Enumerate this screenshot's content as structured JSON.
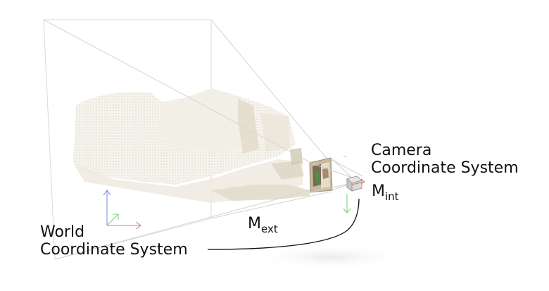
{
  "camera_label": {
    "line1": "Camera",
    "line2": "Coordinate System"
  },
  "world_label": {
    "line1": "World",
    "line2": "Coordinate System"
  },
  "m_int": {
    "base": "M",
    "sub": "int"
  },
  "m_ext": {
    "base": "M",
    "sub": "ext"
  },
  "colors": {
    "x_axis": "#e07a6e",
    "y_axis": "#6fd46a",
    "z_axis": "#7b86d8",
    "frustum_line": "#d6d6d6",
    "arc": "#111111",
    "point_cloud": "#e9e4d6"
  },
  "icons": [
    "world-axes-icon",
    "camera-axes-icon",
    "camera-cube-icon"
  ]
}
